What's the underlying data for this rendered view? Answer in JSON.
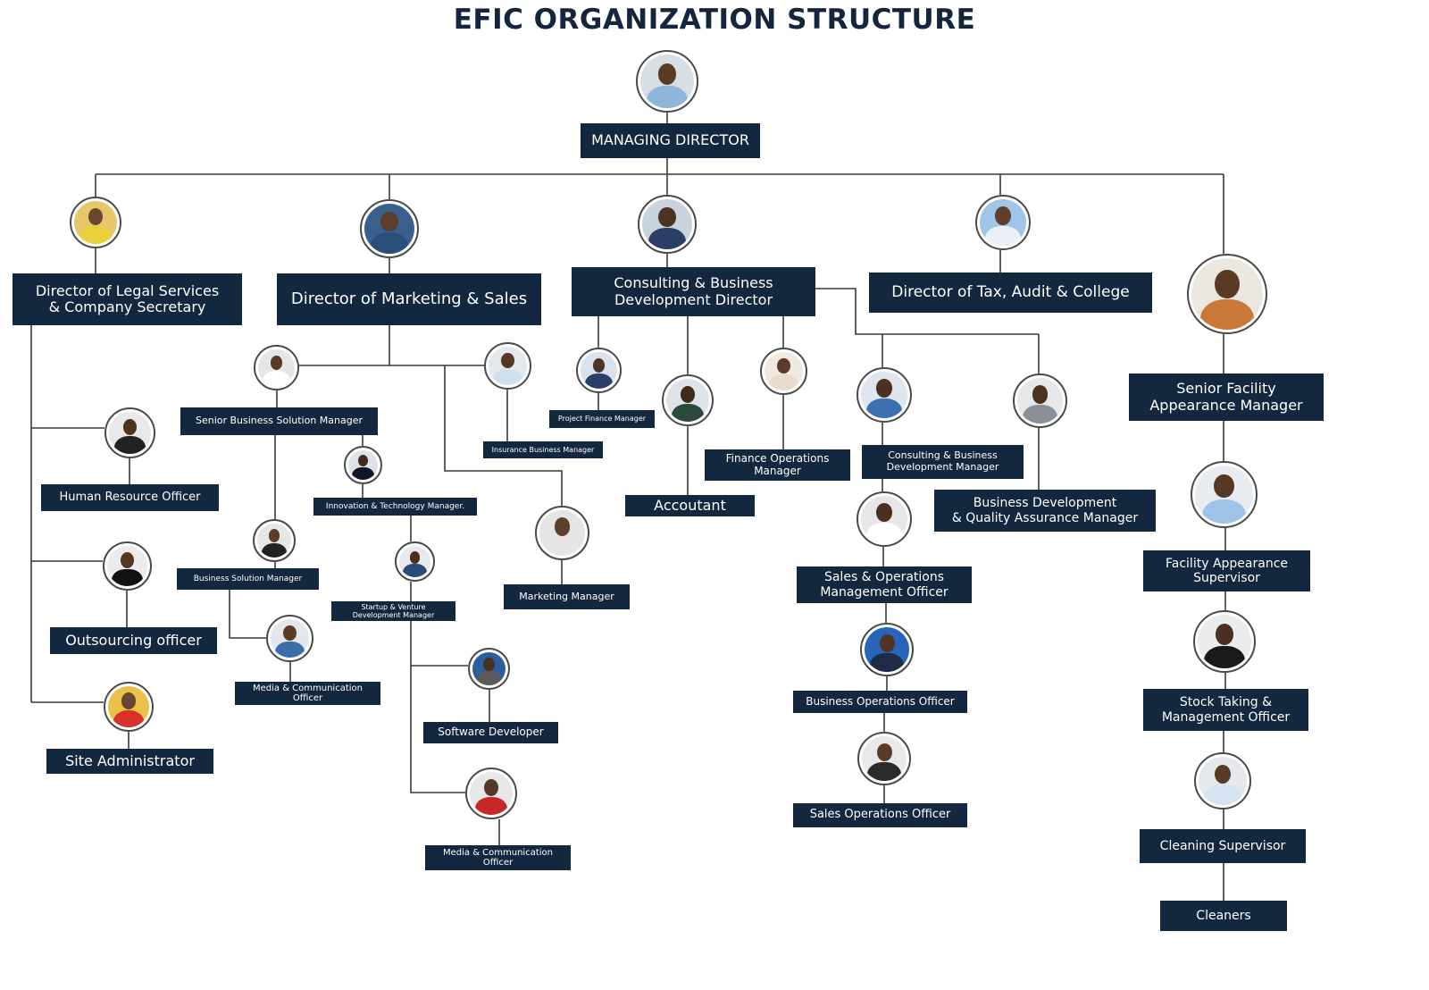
{
  "title": "EFIC ORGANIZATION STRUCTURE",
  "colors": {
    "box_bg": "#13273f",
    "box_text": "#ffffff",
    "line": "#3a3a3a",
    "title": "#14253d"
  },
  "nodes": [
    {
      "id": "md",
      "label": "MANAGING DIRECTOR",
      "photo": {
        "bg": "#d7dee6",
        "skin": "#5a3b26",
        "shirt": "#8fb6d8"
      }
    },
    {
      "id": "legal",
      "label": "Director of Legal Services\n& Company  Secretary",
      "photo": {
        "bg": "#e6c86a",
        "skin": "#6b4630",
        "shirt": "#e8d23a"
      }
    },
    {
      "id": "marketing",
      "label": "Director of Marketing & Sales",
      "photo": {
        "bg": "#3a5f8a",
        "skin": "#5c3e2b",
        "shirt": "#2a4f7a"
      }
    },
    {
      "id": "consulting",
      "label": "Consulting & Business\nDevelopment Director",
      "photo": {
        "bg": "#c9d3dc",
        "skin": "#4b3222",
        "shirt": "#2c3e66"
      }
    },
    {
      "id": "tax",
      "label": "Director of Tax, Audit & College",
      "photo": {
        "bg": "#9fc6e6",
        "skin": "#5e3f2b",
        "shirt": "#eaf0f6"
      }
    },
    {
      "id": "sfam",
      "label": "Senior Facility\nAppearance Manager",
      "photo": {
        "bg": "#ece7e0",
        "skin": "#5a3a26",
        "shirt": "#c9783a"
      }
    },
    {
      "id": "hro",
      "label": "Human Resource Officer",
      "photo": {
        "bg": "#e9e9e9",
        "skin": "#4f3322",
        "shirt": "#222222"
      }
    },
    {
      "id": "outsourcing",
      "label": "Outsourcing officer",
      "photo": {
        "bg": "#ececec",
        "skin": "#553726",
        "shirt": "#111111"
      }
    },
    {
      "id": "site",
      "label": "Site Administrator",
      "photo": {
        "bg": "#e8c24a",
        "skin": "#6a4531",
        "shirt": "#d8302a"
      }
    },
    {
      "id": "sbsm",
      "label": "Senior Business Solution Manager",
      "photo": {
        "bg": "#e6e6e6",
        "skin": "#5b3b27",
        "shirt": "#ffffff"
      }
    },
    {
      "id": "ibm",
      "label": "Insurance Business Manager",
      "photo": {
        "bg": "#e4e8ec",
        "skin": "#573826",
        "shirt": "#cfe0ee"
      }
    },
    {
      "id": "bsm",
      "label": "Business Solution Manager",
      "photo": {
        "bg": "#e6e6e6",
        "skin": "#5c3c29",
        "shirt": "#222222"
      }
    },
    {
      "id": "itm",
      "label": "Innovation & Technology Manager.",
      "photo": {
        "bg": "#dfe3e8",
        "skin": "#3f2a1d",
        "shirt": "#101828"
      }
    },
    {
      "id": "svdm",
      "label": "Startup & Venture\nDevelopment Manager",
      "photo": {
        "bg": "#e7e9ec",
        "skin": "#4a3020",
        "shirt": "#2c4a78"
      }
    },
    {
      "id": "mco1",
      "label": "Media & Communication\nOfficer",
      "photo": {
        "bg": "#e3e7eb",
        "skin": "#5a3b28",
        "shirt": "#3a6ea8"
      }
    },
    {
      "id": "softdev",
      "label": "Software Developer",
      "photo": {
        "bg": "#2b5f9e",
        "skin": "#4a3020",
        "shirt": "#5a5a5a"
      }
    },
    {
      "id": "mco2",
      "label": "Media & Communication\nOfficer",
      "photo": {
        "bg": "#e8e8e8",
        "skin": "#55382a",
        "shirt": "#c8282a"
      }
    },
    {
      "id": "mm",
      "label": "Marketing Manager",
      "photo": {
        "bg": "#e5e5e5",
        "skin": "#5e3f2b",
        "shirt": "#e6e6e6"
      }
    },
    {
      "id": "pfm",
      "label": "Project Finance Manager",
      "photo": {
        "bg": "#d9e2ec",
        "skin": "#4f3323",
        "shirt": "#2a3f66"
      }
    },
    {
      "id": "accountant",
      "label": "Accoutant",
      "photo": {
        "bg": "#dde3e8",
        "skin": "#3f2a1d",
        "shirt": "#2c4a3c"
      }
    },
    {
      "id": "fom",
      "label": "Finance Operations\nManager",
      "photo": {
        "bg": "#efe9e2",
        "skin": "#5c3c29",
        "shirt": "#e9dccd"
      }
    },
    {
      "id": "cbdm",
      "label": "Consulting & Business\nDevelopment Manager",
      "photo": {
        "bg": "#dfe5ec",
        "skin": "#4a3121",
        "shirt": "#3a6fb0"
      }
    },
    {
      "id": "bdqam",
      "label": "Business Development\n& Quality Assurance Manager",
      "photo": {
        "bg": "#e6e8ea",
        "skin": "#4d3222",
        "shirt": "#8a8f96"
      }
    },
    {
      "id": "somo",
      "label": "Sales & Operations\nManagement Officer",
      "photo": {
        "bg": "#e7e7e7",
        "skin": "#4a3020",
        "shirt": "#ffffff"
      }
    },
    {
      "id": "boo",
      "label": "Business Operations Officer",
      "photo": {
        "bg": "#2a64b8",
        "skin": "#4f3424",
        "shirt": "#1f2a44"
      }
    },
    {
      "id": "soo",
      "label": "Sales Operations Officer",
      "photo": {
        "bg": "#e9e9e9",
        "skin": "#5a3b28",
        "shirt": "#2a2a2a"
      }
    },
    {
      "id": "fas",
      "label": "Facility Appearance\nSupervisor",
      "photo": {
        "bg": "#e8ecf0",
        "skin": "#563826",
        "shirt": "#9ec3e6"
      }
    },
    {
      "id": "stmo",
      "label": "Stock Taking &\nManagement Officer",
      "photo": {
        "bg": "#ececec",
        "skin": "#4a3020",
        "shirt": "#1a1a1a"
      }
    },
    {
      "id": "cs",
      "label": "Cleaning Supervisor",
      "photo": {
        "bg": "#e6e9ec",
        "skin": "#583a27",
        "shirt": "#d6e4f2"
      }
    },
    {
      "id": "cleaners",
      "label": "Cleaners"
    }
  ]
}
